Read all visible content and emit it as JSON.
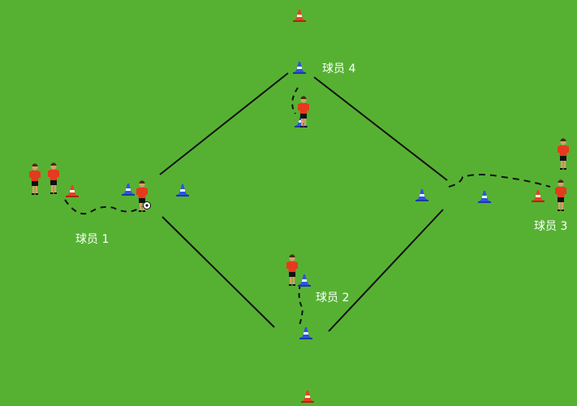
{
  "colors": {
    "field": "#56b133",
    "line": "#111111",
    "shirt": "#e53a1e",
    "shorts": "#111111",
    "skin": "#d9a06b",
    "cone_blue": "#2a55e0",
    "cone_red": "#e8401f",
    "cone_stripe": "#ffffff"
  },
  "labels": {
    "player_1": "球员 1",
    "player_2": "球员 2",
    "player_3": "球员 3",
    "player_4": "球员 4"
  },
  "icons": {
    "player": "player-icon",
    "cone": "cone-icon",
    "ball": "soccer-ball-icon"
  }
}
